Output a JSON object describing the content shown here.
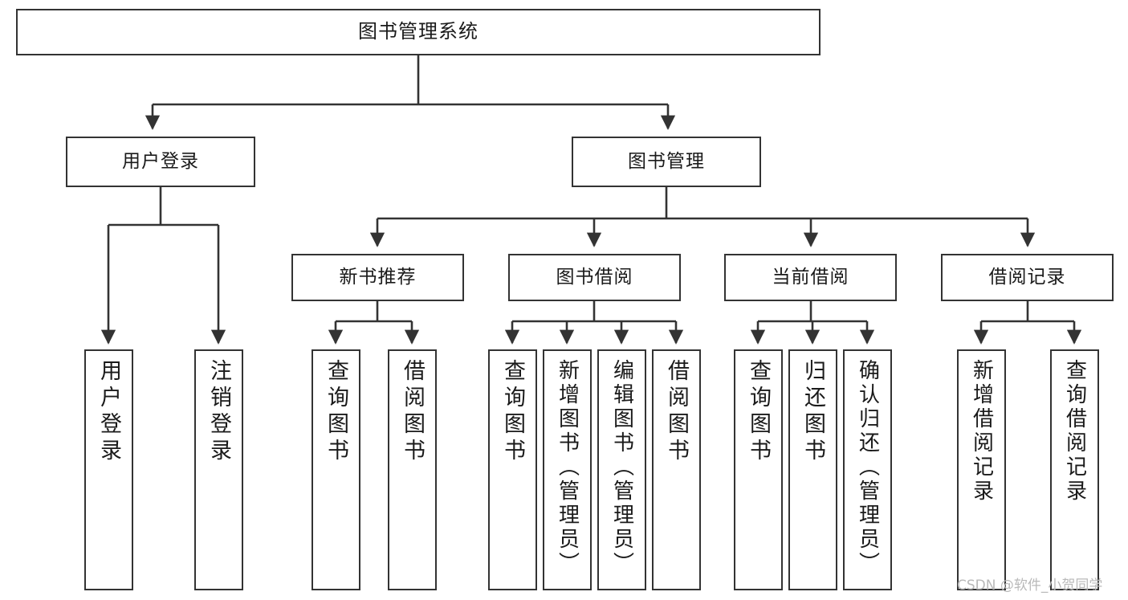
{
  "diagram": {
    "title": "图书管理系统",
    "type": "tree-hierarchy-chart",
    "orientation": "top-down",
    "style": {
      "box_border_color": "#333333",
      "box_fill_color": "#ffffff",
      "edge_color": "#333333",
      "background_color": "#ffffff",
      "text_color": "#1a1a1a"
    },
    "nodes": {
      "root": {
        "label": "图书管理系统",
        "level": 1
      },
      "l2": [
        {
          "id": "user-login",
          "label": "用户登录",
          "level": 2
        },
        {
          "id": "book-manage",
          "label": "图书管理",
          "level": 2
        }
      ],
      "l3": [
        {
          "id": "new-book-recommend",
          "label": "新书推荐",
          "level": 3,
          "parent": "book-manage"
        },
        {
          "id": "book-borrow",
          "label": "图书借阅",
          "level": 3,
          "parent": "book-manage"
        },
        {
          "id": "current-borrow",
          "label": "当前借阅",
          "level": 3,
          "parent": "book-manage"
        },
        {
          "id": "borrow-record",
          "label": "借阅记录",
          "level": 3,
          "parent": "book-manage"
        }
      ],
      "leaves": [
        {
          "id": "leaf-user-login",
          "label": "用户登录",
          "parent": "user-login"
        },
        {
          "id": "leaf-logout-login",
          "label": "注销登录",
          "parent": "user-login"
        },
        {
          "id": "leaf-query-book-1",
          "label": "查询图书",
          "parent": "new-book-recommend"
        },
        {
          "id": "leaf-borrow-book-1",
          "label": "借阅图书",
          "parent": "new-book-recommend"
        },
        {
          "id": "leaf-query-book-2",
          "label": "查询图书",
          "parent": "book-borrow"
        },
        {
          "id": "leaf-add-book",
          "label": "新增图书（管理员）",
          "parent": "book-borrow"
        },
        {
          "id": "leaf-edit-book",
          "label": "编辑图书（管理员）",
          "parent": "book-borrow"
        },
        {
          "id": "leaf-borrow-book-2",
          "label": "借阅图书",
          "parent": "book-borrow"
        },
        {
          "id": "leaf-query-book-3",
          "label": "查询图书",
          "parent": "current-borrow"
        },
        {
          "id": "leaf-return-book",
          "label": "归还图书",
          "parent": "current-borrow"
        },
        {
          "id": "leaf-confirm-return",
          "label": "确认归还（管理员）",
          "parent": "current-borrow"
        },
        {
          "id": "leaf-add-record",
          "label": "新增借阅记录",
          "parent": "borrow-record"
        },
        {
          "id": "leaf-query-record",
          "label": "查询借阅记录",
          "parent": "borrow-record"
        }
      ]
    }
  },
  "watermark": {
    "text": "CSDN @软件_小贺同学"
  }
}
